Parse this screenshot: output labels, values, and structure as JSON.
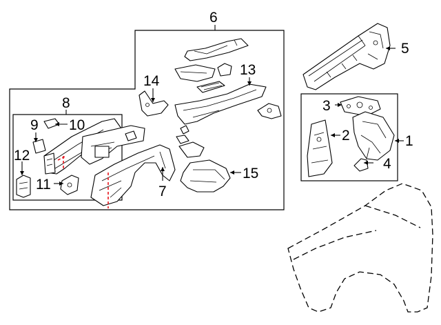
{
  "diagram": {
    "callouts": [
      {
        "id": "c1",
        "label": "1"
      },
      {
        "id": "c2",
        "label": "2"
      },
      {
        "id": "c3",
        "label": "3"
      },
      {
        "id": "c4",
        "label": "4"
      },
      {
        "id": "c5",
        "label": "5"
      },
      {
        "id": "c6",
        "label": "6"
      },
      {
        "id": "c7",
        "label": "7"
      },
      {
        "id": "c8",
        "label": "8"
      },
      {
        "id": "c9",
        "label": "9"
      },
      {
        "id": "c10",
        "label": "10"
      },
      {
        "id": "c11",
        "label": "11"
      },
      {
        "id": "c12",
        "label": "12"
      },
      {
        "id": "c13",
        "label": "13"
      },
      {
        "id": "c14",
        "label": "14"
      },
      {
        "id": "c15",
        "label": "15"
      }
    ]
  },
  "colors": {
    "line": "#000000",
    "cut_line": "#e8141c",
    "background": "#ffffff"
  }
}
